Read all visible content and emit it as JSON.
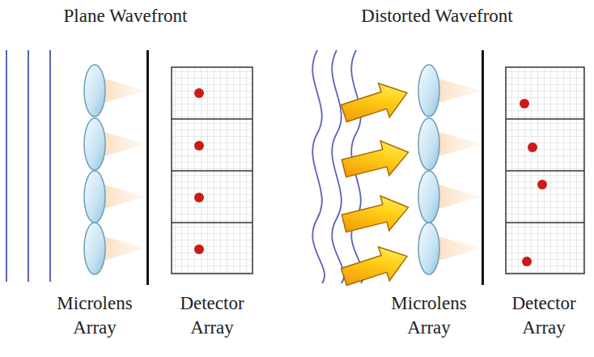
{
  "diagram": {
    "labels": [
      "Plane Wavefront",
      "Distorted Wavefront",
      "Microlens Array",
      "Detector Array",
      "Microlens Array",
      "Detector Array"
    ]
  }
}
